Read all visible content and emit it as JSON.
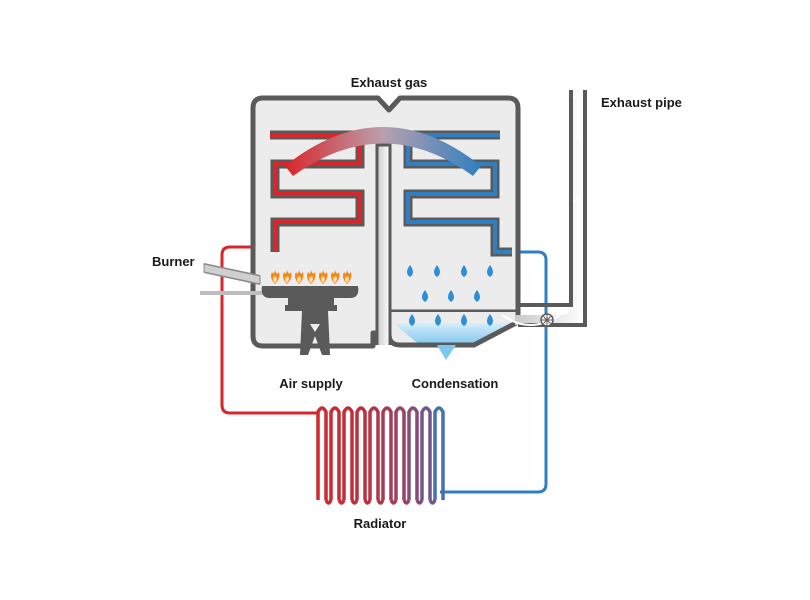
{
  "labels": {
    "exhaust_gas": "Exhaust gas",
    "exhaust_pipe": "Exhaust pipe",
    "burner": "Burner",
    "air_supply": "Air supply",
    "condensation": "Condensation",
    "radiator": "Radiator"
  },
  "colors": {
    "hot": "#d9252b",
    "cold": "#2f7fc1",
    "casing": "#555555",
    "casing_fill": "#ececec",
    "flame": "#f08a1c",
    "droplet": "#2f8fd6",
    "condensate": "#8ccdf2"
  },
  "icons": [
    "flame-icon",
    "water-droplet-icon",
    "fan-icon"
  ]
}
